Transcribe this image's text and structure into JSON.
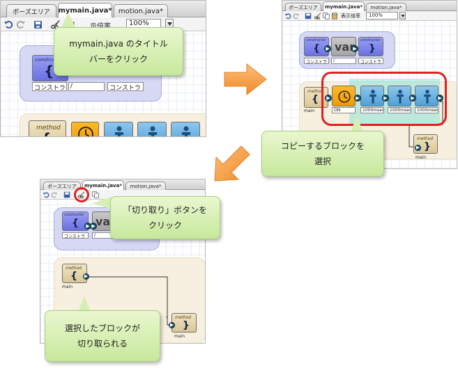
{
  "tabs": {
    "pose_area": "ポーズエリア",
    "mymain": "mymain.java*",
    "motion": "motion.java*"
  },
  "toolbar": {
    "zoom_label": "表示倍率",
    "zoom_label_partial": "示倍率",
    "zoom_value": "100%"
  },
  "blocks": {
    "constructor_caption": "constructor",
    "var_text": "var",
    "constructor_label": "コンストラ",
    "var_value": "/",
    "method_caption": "method",
    "method_label": "main",
    "timer_label": "ON",
    "pose_label": "1000msec"
  },
  "callouts": {
    "step1": {
      "line1": "mymain.java のタイトル",
      "line2": "バーをクリック"
    },
    "step2": {
      "line1": "コピーするブロックを",
      "line2": "選択"
    },
    "step3": {
      "line1": "「切り取り」ボタンを",
      "line2": "クリック"
    },
    "step4": {
      "line1": "選択したブロックが",
      "line2": "切り取られる"
    }
  },
  "colors": {
    "callout_fill": "#d4eeb0",
    "step_arrow": "#f39a3a",
    "selection_highlight": "#e02020",
    "constructor_group": "#d6d8f4",
    "method_group": "#f7efe0"
  },
  "icons": [
    "undo-icon",
    "redo-icon",
    "save-icon",
    "cut-icon",
    "copy-icon",
    "paste-icon",
    "chevron-down-icon",
    "step-arrow-right-icon",
    "step-arrow-down-left-icon"
  ]
}
